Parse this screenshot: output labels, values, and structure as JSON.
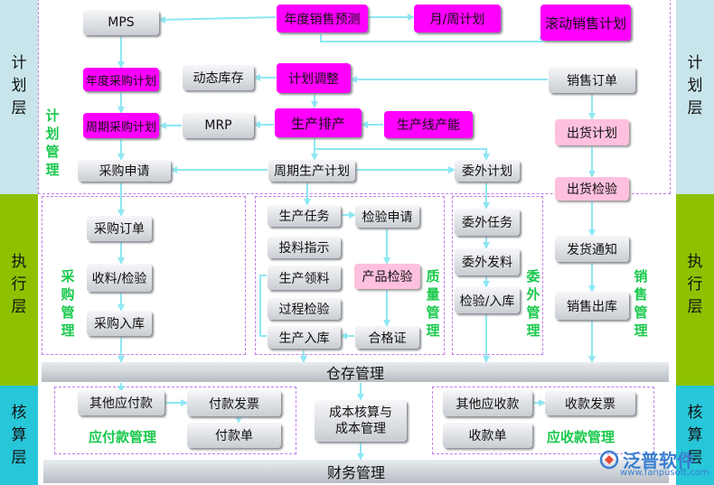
{
  "sides": {
    "plan": "计划层",
    "exec": "执行层",
    "acct": "核算层"
  },
  "nodes": {
    "mps": "MPS",
    "annual_forecast": "年度销售预测",
    "month_week_plan": "月/周计划",
    "rolling_sales_plan": "滚动销售计划",
    "annual_purchase_plan": "年度采购计划",
    "dynamic_inventory": "动态库存",
    "plan_adjust": "计划调整",
    "sales_order": "销售订单",
    "periodic_purchase_plan": "周期采购计划",
    "mrp": "MRP",
    "production_schedule": "生产排产",
    "line_capacity": "生产线产能",
    "shipping_plan": "出货计划",
    "purchase_request": "采购申请",
    "periodic_production_plan": "周期生产计划",
    "outsource_plan": "委外计划",
    "shipping_inspection": "出货检验",
    "purchase_order": "采购订单",
    "production_task": "生产任务",
    "inspection_request": "检验申请",
    "outsource_task": "委外任务",
    "material_issue_instruction": "投料指示",
    "outsource_issue": "委外发料",
    "delivery_notice": "发货通知",
    "receive_inspect": "收料/检验",
    "production_picking": "生产领料",
    "product_inspection": "产品检验",
    "inspect_store": "检验/入库",
    "sales_outbound": "销售出库",
    "process_inspection": "过程检验",
    "purchase_store": "采购入库",
    "production_store": "生产入库",
    "certificate": "合格证",
    "other_payable": "其他应付款",
    "payment_invoice": "付款发票",
    "cost_accounting": "成本核算与成本管理",
    "other_receivable": "其他应收款",
    "receipt_invoice": "收款发票",
    "payment_bill": "付款单",
    "receipt_bill": "收款单"
  },
  "groups": {
    "plan_mgmt": "计划管理",
    "purchase_mgmt": "采购管理",
    "quality_mgmt": "质量管理",
    "outsource_mgmt": "委外管理",
    "sales_mgmt": "销售管理",
    "payable_mgmt": "应付款管理",
    "receivable_mgmt": "应收款管理"
  },
  "bars": {
    "warehouse": "仓存管理",
    "finance": "财务管理"
  },
  "logo": {
    "name": "泛普软件",
    "url": "www.fanpusoft.com"
  },
  "colors": {
    "plan_band": "#c7e5ea",
    "exec_band": "#8ec200",
    "acct_band": "#27c6d8",
    "magenta": "#ff00ff",
    "pink": "#ffc0de",
    "group_label": "#19c94c",
    "dashed_border": "#c07ee6",
    "arrow": "#8ee7f2"
  }
}
